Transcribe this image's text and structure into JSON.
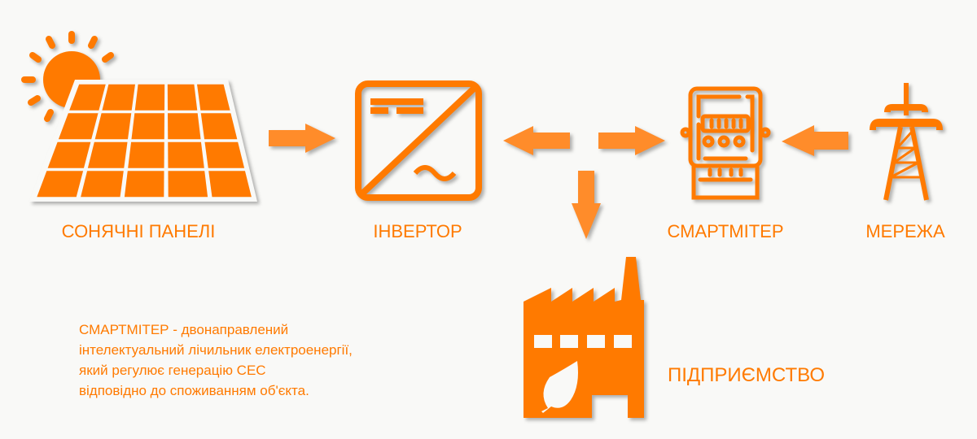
{
  "colors": {
    "accent": "#ff7a00",
    "arrow": "#ff8c2a",
    "background": "#f9f9f7"
  },
  "labels": {
    "solar_panels": "СОНЯЧНІ ПАНЕЛІ",
    "inverter": "ІНВЕРТОР",
    "smart_meter": "СМАРТМІТЕР",
    "grid": "МЕРЕЖА",
    "enterprise": "ПІДПРИЄМСТВО"
  },
  "note": {
    "lines": [
      "СМАРТМІТЕР - двонаправлений",
      "інтелектуальний лічильник електроенергії,",
      "який регулює генерацію СЕС",
      "відповідно до споживанням об'єкта."
    ]
  }
}
